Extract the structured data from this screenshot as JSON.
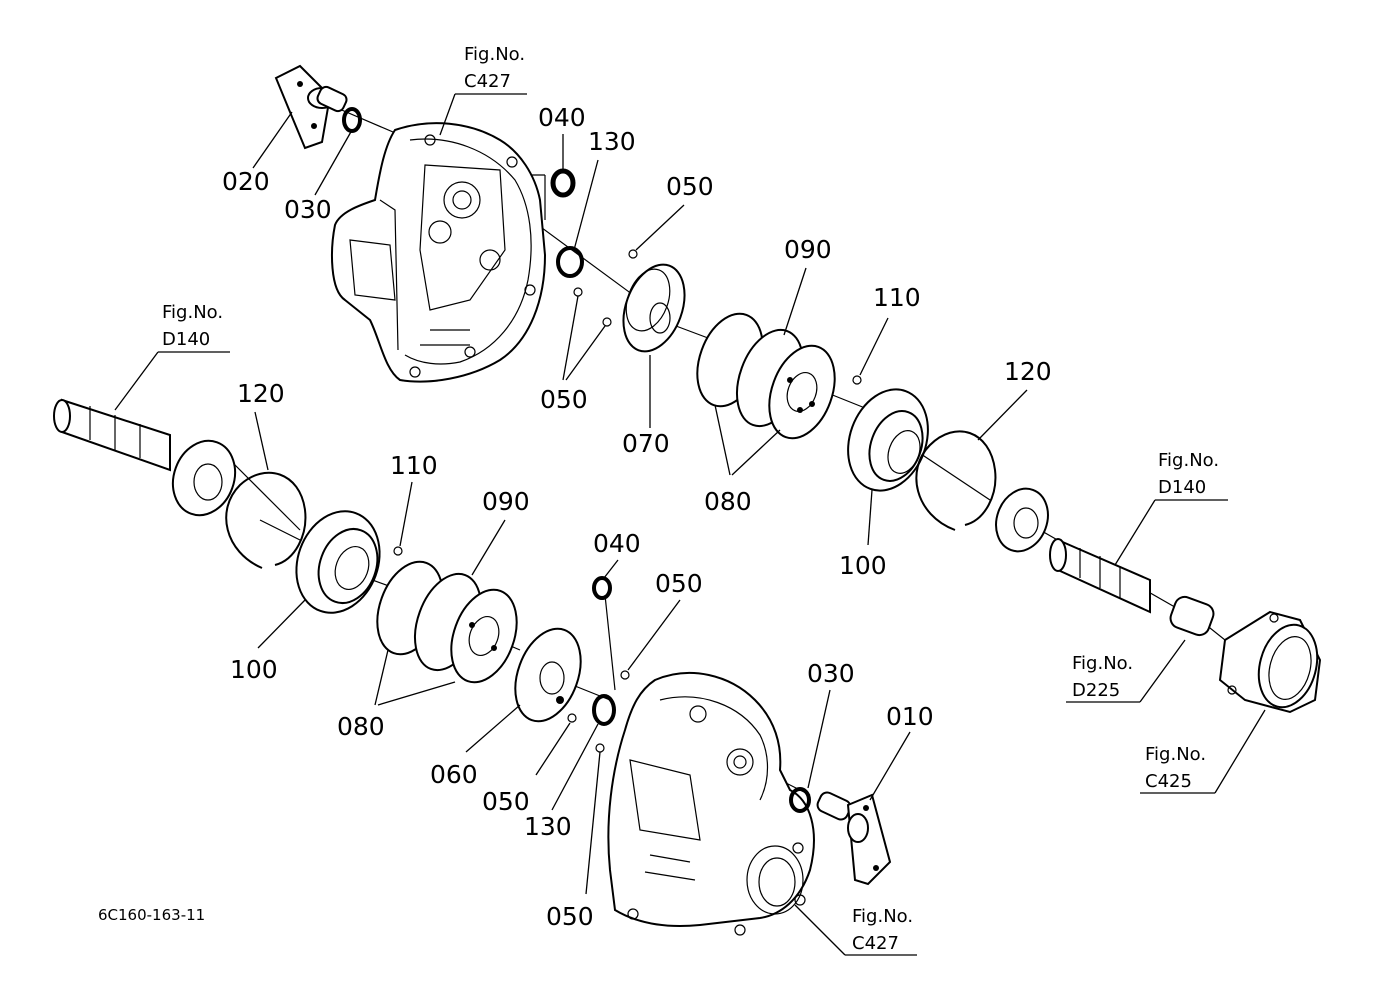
{
  "labels": {
    "p010": "010",
    "p020": "020",
    "p030_top": "030",
    "p030_bot": "030",
    "p040_top": "040",
    "p040_bot": "040",
    "p050_a": "050",
    "p050_b": "050",
    "p050_c": "050",
    "p050_d": "050",
    "p050_e": "050",
    "p060": "060",
    "p070": "070",
    "p080_top": "080",
    "p080_bot": "080",
    "p090_top": "090",
    "p090_bot": "090",
    "p100_top": "100",
    "p100_bot": "100",
    "p110_top": "110",
    "p110_bot": "110",
    "p120_right": "120",
    "p120_left": "120",
    "p130_top": "130",
    "p130_bot": "130"
  },
  "figure_refs": [
    {
      "line1": "Fig.No.",
      "line2": "C427"
    },
    {
      "line1": "Fig.No.",
      "line2": "D140"
    },
    {
      "line1": "Fig.No.",
      "line2": "D140"
    },
    {
      "line1": "Fig.No.",
      "line2": "D225"
    },
    {
      "line1": "Fig.No.",
      "line2": "C425"
    },
    {
      "line1": "Fig.No.",
      "line2": "C427"
    }
  ],
  "drawing_code": "6C160-163-11"
}
